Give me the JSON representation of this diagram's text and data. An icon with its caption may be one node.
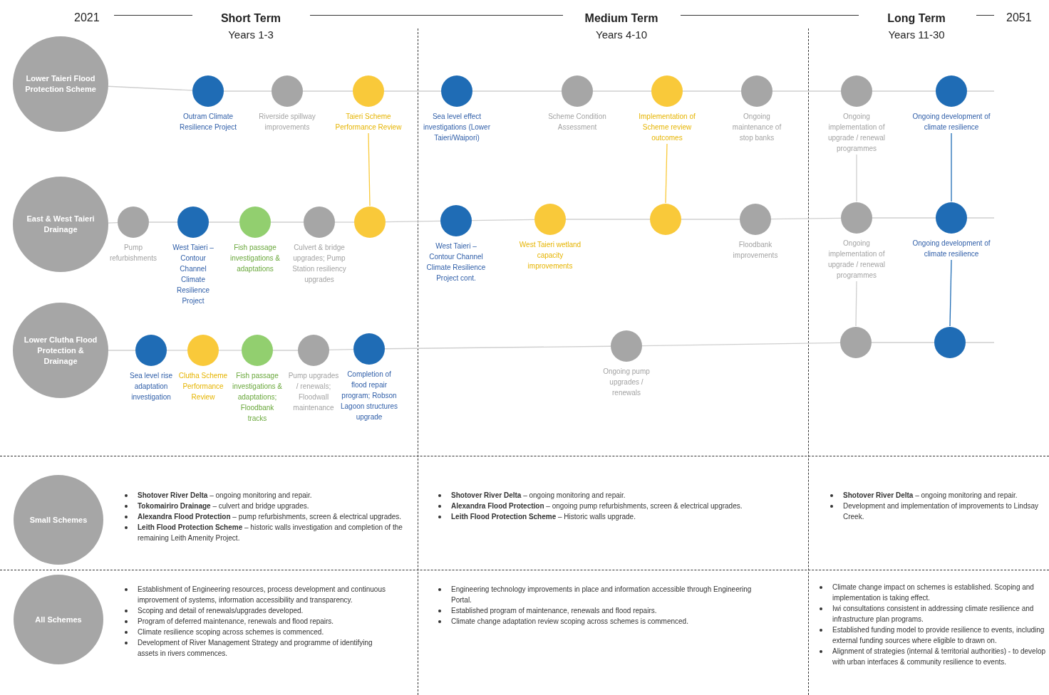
{
  "diagram": {
    "nodes": [
      {
        "text": [
          "Lower Taieri Flood Protection Scheme"
        ]
      },
      {
        "text": [
          "Outram Climate Resilience Project"
        ]
      },
      {
        "text": [
          "Riverside spillway improvements"
        ]
      },
      {
        "text": [
          "Taieri Scheme Performance Review"
        ]
      },
      {
        "text": [
          "Sea level effect investigations (Lower Taieri/Waipori)"
        ]
      },
      {
        "text": [
          "Scheme Condition Assessment"
        ]
      },
      {
        "text": [
          "Implementation of Scheme review outcomes"
        ]
      },
      {
        "text": [
          "Ongoing maintenance of stop banks"
        ]
      },
      {
        "text": [
          "Ongoing implementation of upgrade / renewal programmes"
        ]
      },
      {
        "text": [
          "Ongoing development of climate resilience"
        ]
      },
      {
        "text": [
          "East & West Taieri Drainage"
        ]
      },
      {
        "text": [
          "Pump refurbishments"
        ]
      },
      {
        "text": [
          "West Taieri – Contour Channel Climate Resilience Project"
        ]
      },
      {
        "text": [
          "Fish passage investigations & adaptations"
        ]
      },
      {
        "text": [
          "Culvert & bridge upgrades; Pump Station resiliency upgrades"
        ]
      },
      {
        "text": [],
        "shape": "circle"
      },
      {
        "text": [
          "West Taieri – Contour Channel Climate Resilience Project cont."
        ]
      },
      {
        "text": [
          "West Taieri wetland capacity improvements"
        ]
      },
      {
        "text": [],
        "shape": "circle"
      },
      {
        "text": [
          "Floodbank improvements"
        ]
      },
      {
        "text": [
          "Ongoing implementation of upgrade / renewal programmes"
        ]
      },
      {
        "text": [
          "Ongoing development of climate resilience"
        ]
      },
      {
        "text": [
          "Lower Clutha Flood Protection & Drainage"
        ]
      },
      {
        "text": [
          "Sea level rise adaptation investigation"
        ]
      },
      {
        "text": [
          "Clutha Scheme Performance Review"
        ]
      },
      {
        "text": [
          "Fish passage investigations & adaptations; Floodbank tracks"
        ]
      },
      {
        "text": [
          "Pump upgrades / renewals; Floodwall maintenance"
        ]
      },
      {
        "text": [
          "Completion of flood repair program; Robson Lagoon structures upgrade"
        ]
      },
      {
        "text": [
          "Ongoing pump upgrades / renewals"
        ]
      },
      {
        "text": [],
        "shape": "circle"
      },
      {
        "text": [],
        "shape": "circle"
      },
      {
        "text": [
          "Small Schemes"
        ]
      },
      {
        "text": [
          "All Schemes"
        ]
      }
    ],
    "edges": [
      {
        "from": 0,
        "to": 1,
        "arrow": "none"
      },
      {
        "from": 1,
        "to": 2,
        "arrow": "none"
      },
      {
        "from": 2,
        "to": 3,
        "arrow": "none"
      },
      {
        "from": 3,
        "to": 4,
        "arrow": "none"
      },
      {
        "from": 4,
        "to": 5,
        "arrow": "none"
      },
      {
        "from": 5,
        "to": 6,
        "arrow": "none"
      },
      {
        "from": 6,
        "to": 7,
        "arrow": "none"
      },
      {
        "from": 7,
        "to": 8,
        "arrow": "none"
      },
      {
        "from": 8,
        "to": 9,
        "arrow": "none"
      },
      {
        "from": 9,
        "to": null,
        "arrow": "none"
      },
      {
        "from": 10,
        "to": 11,
        "arrow": "none"
      },
      {
        "from": 11,
        "to": 12,
        "arrow": "none"
      },
      {
        "from": 12,
        "to": 13,
        "arrow": "none"
      },
      {
        "from": 13,
        "to": 14,
        "arrow": "none"
      },
      {
        "from": 14,
        "to": 15,
        "arrow": "none"
      },
      {
        "from": 15,
        "to": 16,
        "arrow": "none"
      },
      {
        "from": 16,
        "to": 17,
        "arrow": "none"
      },
      {
        "from": 17,
        "to": 18,
        "arrow": "none"
      },
      {
        "from": 18,
        "to": 19,
        "arrow": "none"
      },
      {
        "from": 19,
        "to": 20,
        "arrow": "none"
      },
      {
        "from": 20,
        "to": 21,
        "arrow": "none"
      },
      {
        "from": 21,
        "to": null,
        "arrow": "none"
      },
      {
        "from": 22,
        "to": 23,
        "arrow": "none"
      },
      {
        "from": 23,
        "to": 24,
        "arrow": "none"
      },
      {
        "from": 24,
        "to": 25,
        "arrow": "none"
      },
      {
        "from": 25,
        "to": 26,
        "arrow": "none"
      },
      {
        "from": 26,
        "to": 27,
        "arrow": "none"
      },
      {
        "from": 27,
        "to": 28,
        "arrow": "none"
      },
      {
        "from": 28,
        "to": 29,
        "arrow": "none"
      },
      {
        "from": 29,
        "to": 30,
        "arrow": "none"
      },
      {
        "from": 30,
        "to": null,
        "arrow": "none"
      },
      {
        "from": 3,
        "to": 15,
        "arrow": "none",
        "color": "#f9c93a"
      },
      {
        "from": 6,
        "to": 18,
        "arrow": "none",
        "color": "#f9c93a"
      },
      {
        "from": 8,
        "to": 20,
        "arrow": "none"
      },
      {
        "from": 20,
        "to": 29,
        "arrow": "none"
      },
      {
        "from": 9,
        "to": 21,
        "arrow": "none",
        "color": "#1f6cb5"
      },
      {
        "from": 21,
        "to": 30,
        "arrow": "none",
        "color": "#1f6cb5"
      }
    ],
    "labels": [
      "2021",
      "Short Term",
      "Years 1-3",
      "Medium Term",
      "Years 4-10",
      "Long Term",
      "Years 11-30",
      "2051",
      "**Shotover River Delta** – ongoing monitoring and repair.",
      "**Tokomairiro Drainage** – culvert and bridge upgrades.",
      "**Alexandra Flood Protection** – pump refurbishments, screen & electrical upgrades.",
      "**Leith Flood Protection Scheme** – historic walls investigation and completion of the remaining Leith Amenity Project.",
      "**Shotover River Delta** – ongoing monitoring and repair.",
      "**Alexandra Flood Protection** – ongoing pump refurbishments, screen & electrical upgrades.",
      "**Leith Flood Protection Scheme** – Historic walls upgrade.",
      "**Shotover River Delta** – ongoing monitoring and repair.",
      "Development and implementation of improvements to Lindsay Creek.",
      "Establishment of Engineering resources, process development and continuous improvement of systems, information accessibility and transparency.",
      "Scoping and detail of renewals/upgrades developed.",
      "Program of deferred maintenance, renewals and flood repairs.",
      "Climate resilience scoping across schemes is commenced.",
      "Development of River Management Strategy and programme of identifying assets in rivers commences.",
      "Engineering technology improvements in place and information accessible through Engineering Portal.",
      "Established program of maintenance, renewals and flood repairs.",
      "Climate change adaptation review scoping across schemes is commenced.",
      "Climate change impact on schemes is established. Scoping and implementation is taking effect.",
      "Iwi consultations consistent in addressing climate resilience and infrastructure plan programs.",
      "Established funding model to provide resilience to events, including external funding sources where eligible to drawn on.",
      "Alignment of strategies (internal & territorial authorities) - to develop with urban interfaces & community resilience to events."
    ]
  }
}
